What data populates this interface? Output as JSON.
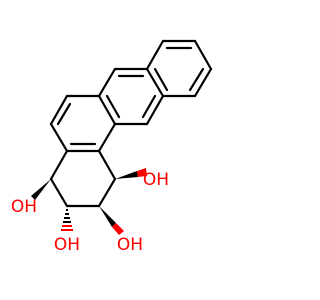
{
  "molecule": {
    "labels": {
      "oh1": "OH",
      "oh2": "OH",
      "oh3": "OH",
      "oh4": "OH",
      "h_suffix": "H"
    },
    "colors": {
      "bond": "#000000",
      "oxygen": "#ff0000",
      "hydrogen": "#000000"
    }
  }
}
